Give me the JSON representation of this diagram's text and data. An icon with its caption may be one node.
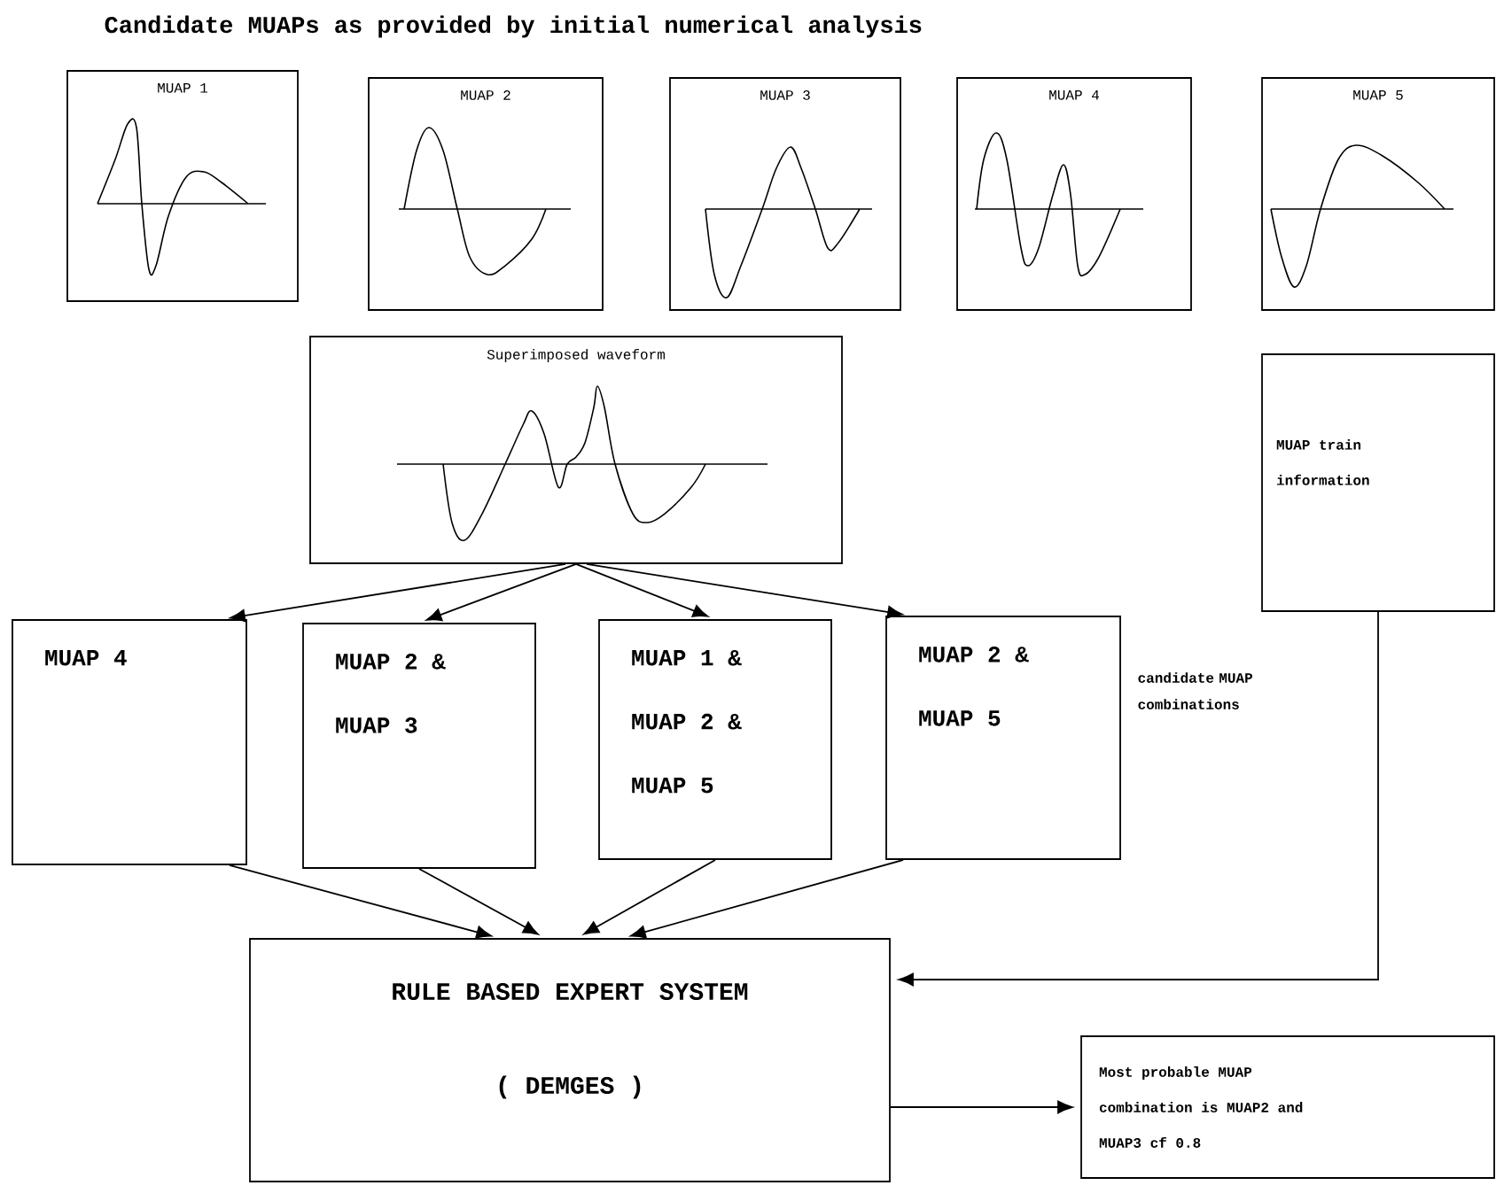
{
  "diagram": {
    "title": "Candidate MUAPs as provided by initial numerical analysis",
    "nodes": [
      {
        "text": [
          "MUAP 1"
        ]
      },
      {
        "text": [
          "MUAP 2"
        ]
      },
      {
        "text": [
          "MUAP 3"
        ]
      },
      {
        "text": [
          "MUAP 4"
        ]
      },
      {
        "text": [
          "MUAP 5"
        ]
      },
      {
        "text": [
          "Superimposed waveform"
        ]
      },
      {
        "text": [
          "MUAP train information"
        ]
      },
      {
        "text": [
          "MUAP 4"
        ]
      },
      {
        "text": [
          "MUAP 2 & MUAP 3"
        ]
      },
      {
        "text": [
          "MUAP 1 & MUAP 2 & MUAP 5"
        ]
      },
      {
        "text": [
          "MUAP 2 & MUAP 5"
        ]
      },
      {
        "text": [
          "RULE BASED EXPERT SYSTEM",
          "( DEMGES )"
        ]
      },
      {
        "text": [
          "Most probable MUAP combination is MUAP2 and MUAP3 cf 0.8"
        ]
      }
    ],
    "edges": [
      {
        "from": 5,
        "to": 7,
        "arrow": "to"
      },
      {
        "from": 5,
        "to": 8,
        "arrow": "to"
      },
      {
        "from": 5,
        "to": 9,
        "arrow": "to"
      },
      {
        "from": 5,
        "to": 10,
        "arrow": "to"
      },
      {
        "from": 7,
        "to": 11,
        "arrow": "to"
      },
      {
        "from": 8,
        "to": 11,
        "arrow": "to"
      },
      {
        "from": 9,
        "to": 11,
        "arrow": "to"
      },
      {
        "from": 10,
        "to": 11,
        "arrow": "to"
      },
      {
        "from": 6,
        "to": 11,
        "arrow": "to"
      },
      {
        "from": 11,
        "to": 12,
        "arrow": "to"
      }
    ],
    "labels": [
      "candidate MUAP combinations"
    ]
  }
}
